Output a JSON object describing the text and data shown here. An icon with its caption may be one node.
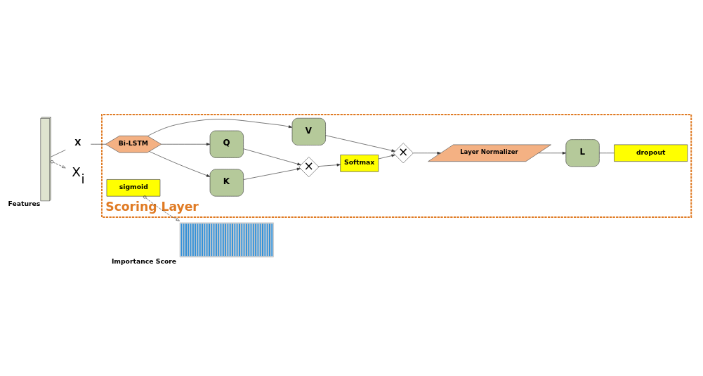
{
  "diagram": {
    "nodes": [
      {
        "text": [],
        "shape": "box",
        "beside": [
          "Features"
        ]
      },
      {
        "text": [
          "X"
        ]
      },
      {
        "text": [
          "X$_{i}$"
        ]
      },
      {
        "text": [
          "Scoring Layer"
        ]
      },
      {
        "text": [
          "Bi-LSTM"
        ],
        "in": 3
      },
      {
        "text": [
          "K"
        ],
        "in": 3
      },
      {
        "text": [
          "Q"
        ],
        "in": 3
      },
      {
        "text": [
          "V"
        ],
        "in": 3
      },
      {
        "text": [
          "×"
        ],
        "in": 3
      },
      {
        "text": [
          "Softmax"
        ],
        "in": 3
      },
      {
        "text": [
          "×"
        ],
        "in": 3
      },
      {
        "text": [
          "Layer Normalizer"
        ],
        "in": 3
      },
      {
        "text": [
          "L"
        ],
        "in": 3
      },
      {
        "text": [
          "dropout"
        ],
        "in": 3
      },
      {
        "text": [
          "sigmoid"
        ],
        "in": 3
      },
      {
        "text": [],
        "shape": "chart",
        "beside": [
          "Importance Score"
        ]
      }
    ],
    "edges": [
      {
        "from": 0,
        "to": 1,
        "arrow": "none"
      },
      {
        "from": 1,
        "to": 4,
        "arrow": "none"
      },
      {
        "from": 0,
        "to": 2,
        "arrow": "to",
        "style": "dashed"
      },
      {
        "from": 4,
        "to": 5,
        "arrow": "to"
      },
      {
        "from": 4,
        "to": 6,
        "arrow": "to"
      },
      {
        "from": 4,
        "to": 7,
        "arrow": "to"
      },
      {
        "from": 5,
        "to": 8,
        "arrow": "to"
      },
      {
        "from": 6,
        "to": 8,
        "arrow": "to"
      },
      {
        "from": 8,
        "to": 9,
        "arrow": "to"
      },
      {
        "from": 9,
        "to": 10,
        "arrow": "to"
      },
      {
        "from": 7,
        "to": 10,
        "arrow": "to"
      },
      {
        "from": 10,
        "to": 11,
        "arrow": "to"
      },
      {
        "from": 11,
        "to": 12,
        "arrow": "to"
      },
      {
        "from": 12,
        "to": 13,
        "arrow": "none"
      },
      {
        "from": 14,
        "to": 15,
        "arrow": "to",
        "style": "dashed"
      }
    ]
  }
}
